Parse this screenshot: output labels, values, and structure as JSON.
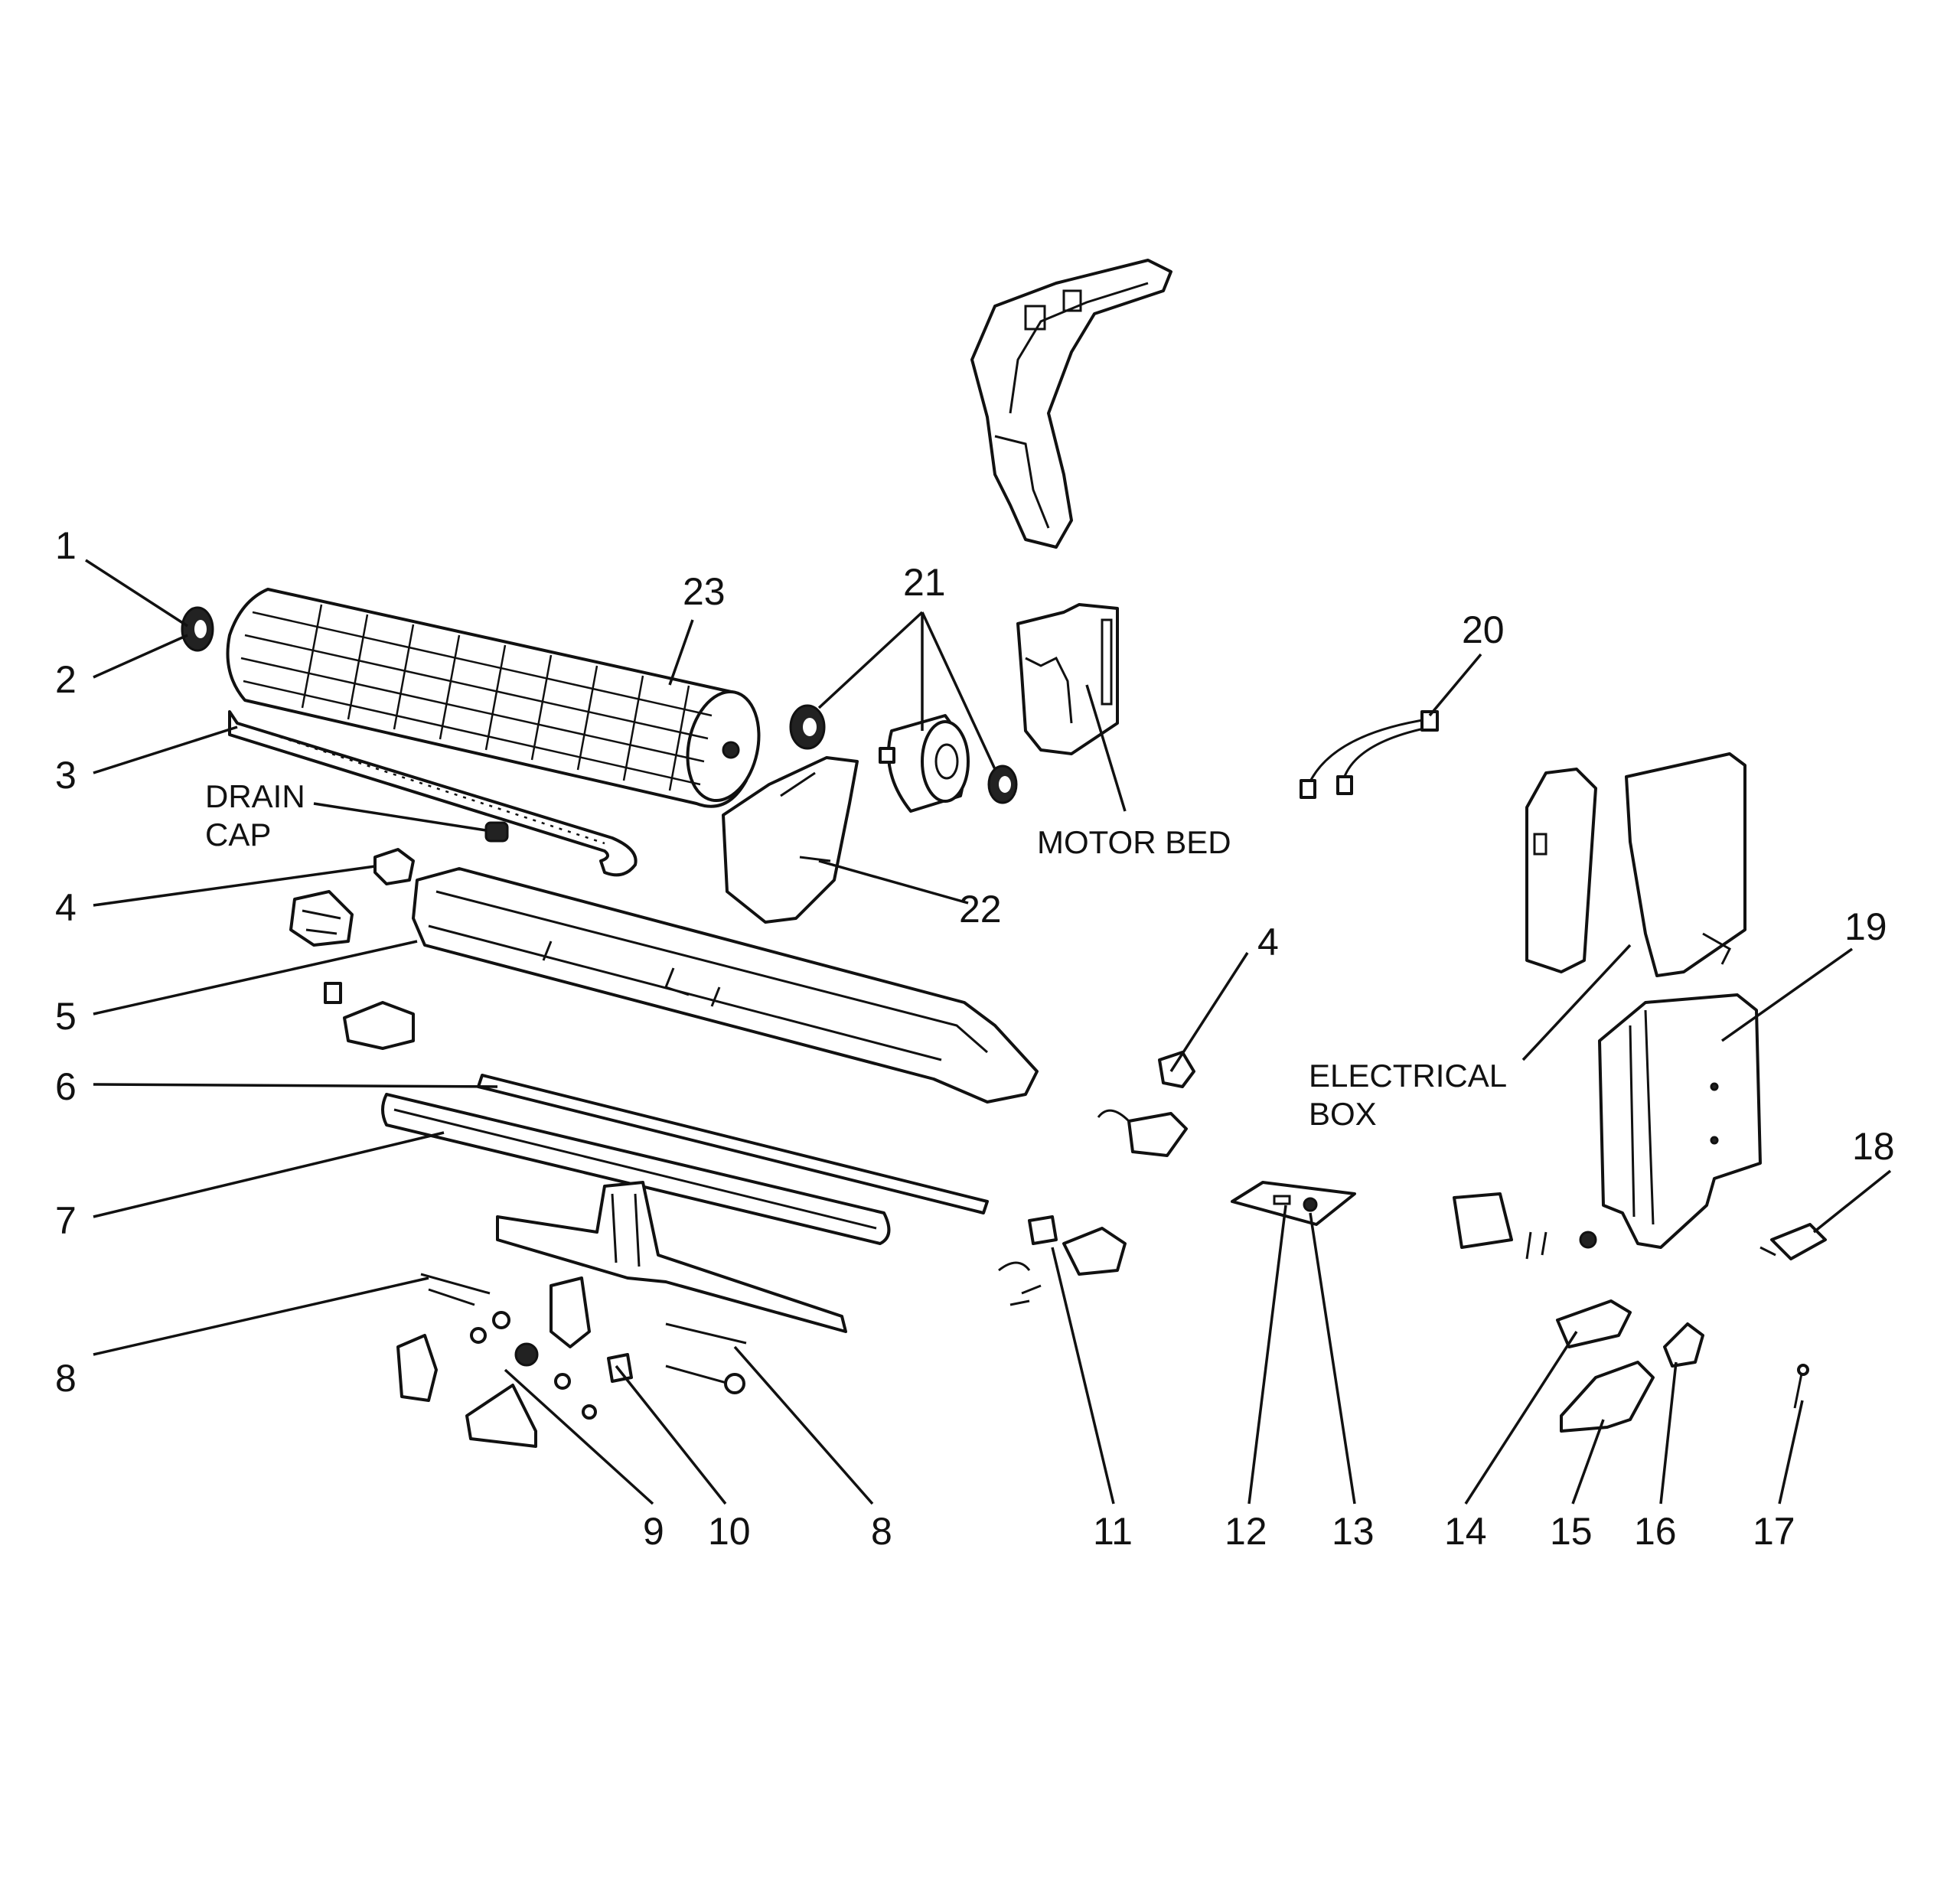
{
  "diagram": {
    "labels": {
      "n1": "1",
      "n2": "2",
      "n3": "3",
      "n4a": "4",
      "n4b": "4",
      "n5": "5",
      "n6": "6",
      "n7": "7",
      "n8a": "8",
      "n8b": "8",
      "n9": "9",
      "n10": "10",
      "n11": "11",
      "n12": "12",
      "n13": "13",
      "n14": "14",
      "n15": "15",
      "n16": "16",
      "n17": "17",
      "n18": "18",
      "n19": "19",
      "n20": "20",
      "n21": "21",
      "n22": "22",
      "n23": "23"
    },
    "callouts": {
      "drain_cap_line1": "DRAIN",
      "drain_cap_line2": "CAP",
      "motor_bed": "MOTOR BED",
      "electrical_box_line1": "ELECTRICAL",
      "electrical_box_line2": "BOX"
    }
  }
}
